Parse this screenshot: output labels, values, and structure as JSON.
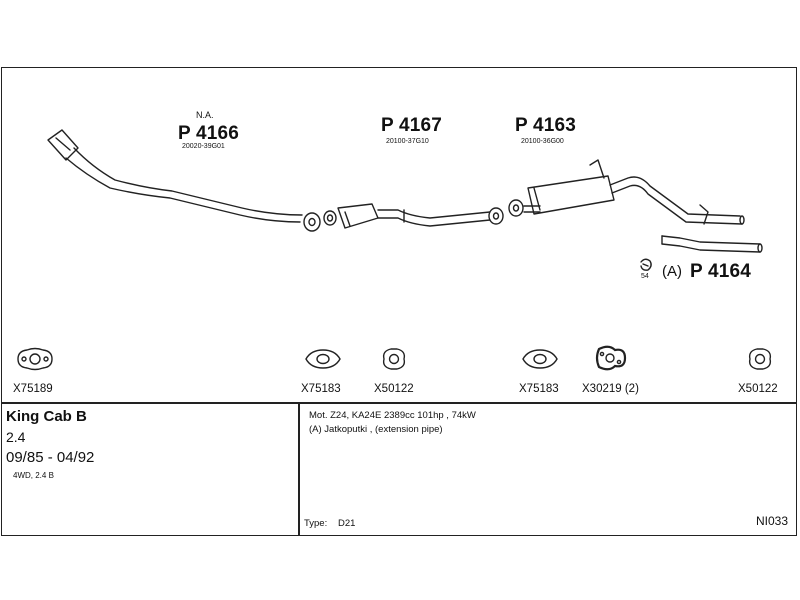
{
  "parts": {
    "p4166": {
      "note": "N.A.",
      "number": "P 4166",
      "oem": "20020-39G01"
    },
    "p4167": {
      "number": "P 4167",
      "oem": "20100-37G10"
    },
    "p4163": {
      "number": "P 4163",
      "oem": "20100-36G00"
    },
    "p4164": {
      "prefix": "(A)",
      "number": "P 4164",
      "clamp_label": "54"
    }
  },
  "gaskets": [
    "X75189",
    "X75183",
    "X50122",
    "X75183",
    "X30219 (2)",
    "X50122"
  ],
  "vehicle": {
    "model": "King Cab B",
    "engine_size": "2.4",
    "years": "09/85 - 04/92",
    "variant": "4WD, 2.4 B"
  },
  "info": {
    "motor": "Mot. Z24, KA24E 2389cc 101hp , 74kW",
    "extension": "(A) Jatkoputki , (extension pipe)",
    "type_label": "Type:",
    "type_value": "D21",
    "code": "NI033"
  }
}
